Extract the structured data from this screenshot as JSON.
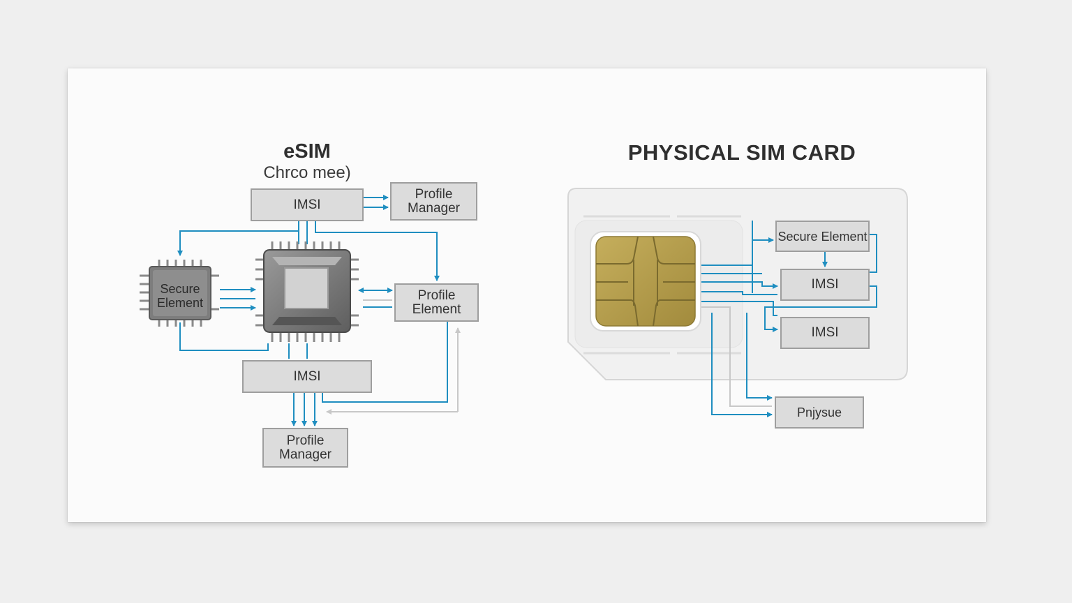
{
  "esim": {
    "title": "eSIM",
    "subtitle": "Chrco mee)",
    "imsi_top": "IMSI",
    "profile_manager_top": "Profile Manager",
    "secure_element": "Secure Element",
    "profile_element": "Profile Element",
    "imsi_bottom": "IMSI",
    "profile_manager_bottom": "Profile Manager"
  },
  "physical": {
    "title": "PHYSICAL SIM CARD",
    "secure_element": "Secure Element",
    "imsi_1": "IMSI",
    "imsi_2": "IMSI",
    "output": "Pnjysue"
  },
  "colors": {
    "connector": "#1f8ec0",
    "connector_light": "#c8c8c8",
    "box_fill": "#dcdcdc",
    "box_border": "#9e9e9e",
    "chip_gold": "#b19a4a"
  }
}
